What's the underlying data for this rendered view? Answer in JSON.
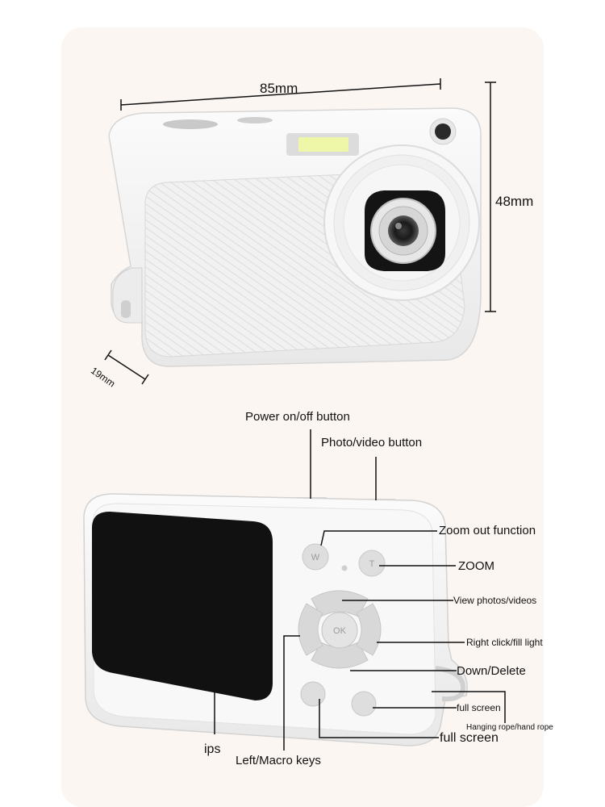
{
  "dimensions": {
    "width": "85mm",
    "height": "48mm",
    "depth": "19mm"
  },
  "callouts": {
    "power": "Power on/off button",
    "photo_video": "Photo/video button",
    "zoom_out": "Zoom out function",
    "zoom": "ZOOM",
    "view": "View photos/videos",
    "right": "Right click/fill light",
    "down": "Down/Delete",
    "fullscreen_1": "full screen",
    "rope": "Hanging rope/hand rope",
    "fullscreen_2": "full screen",
    "ips": "ips",
    "left": "Left/Macro keys"
  },
  "button_glyphs": {
    "w": "W",
    "t": "T",
    "ok": "OK"
  },
  "colors": {
    "background": "#ffffff",
    "panel": "#fcf6f2",
    "camera_body": "#f4f4f4",
    "screen": "#111111",
    "flash": "#eef7a8",
    "line": "#111111"
  }
}
